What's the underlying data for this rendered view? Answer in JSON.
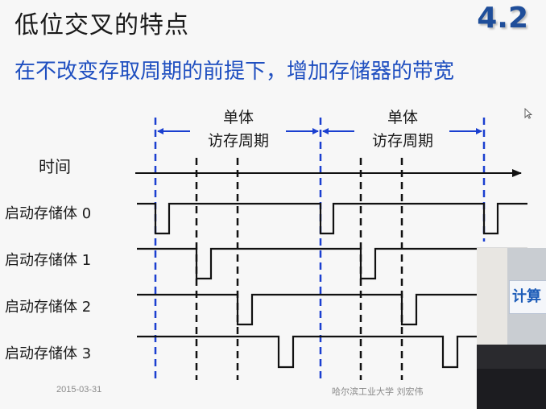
{
  "slide": {
    "title": "低位交叉的特点",
    "section_number": "4.2",
    "subtitle": "在不改变存取周期的前提下，增加存储器的带宽"
  },
  "diagram": {
    "time_label": "时间",
    "period_label_line1": "单体",
    "period_label_line2": "访存周期",
    "rows": [
      {
        "label": "启动存储体 0"
      },
      {
        "label": "启动存储体 1"
      },
      {
        "label": "启动存储体 2"
      },
      {
        "label": "启动存储体 3"
      }
    ]
  },
  "footer": {
    "date": "2015-03-31",
    "author": "哈尔滨工业大学 刘宏伟"
  },
  "video_inset": {
    "banner_text": "计算"
  },
  "colors": {
    "title_text": "#1a1a1a",
    "subtitle_text": "#1f4fc0",
    "section_number": "#1f4e9a",
    "period_lines": "#1a3fd0",
    "signal_lines": "#111111"
  }
}
